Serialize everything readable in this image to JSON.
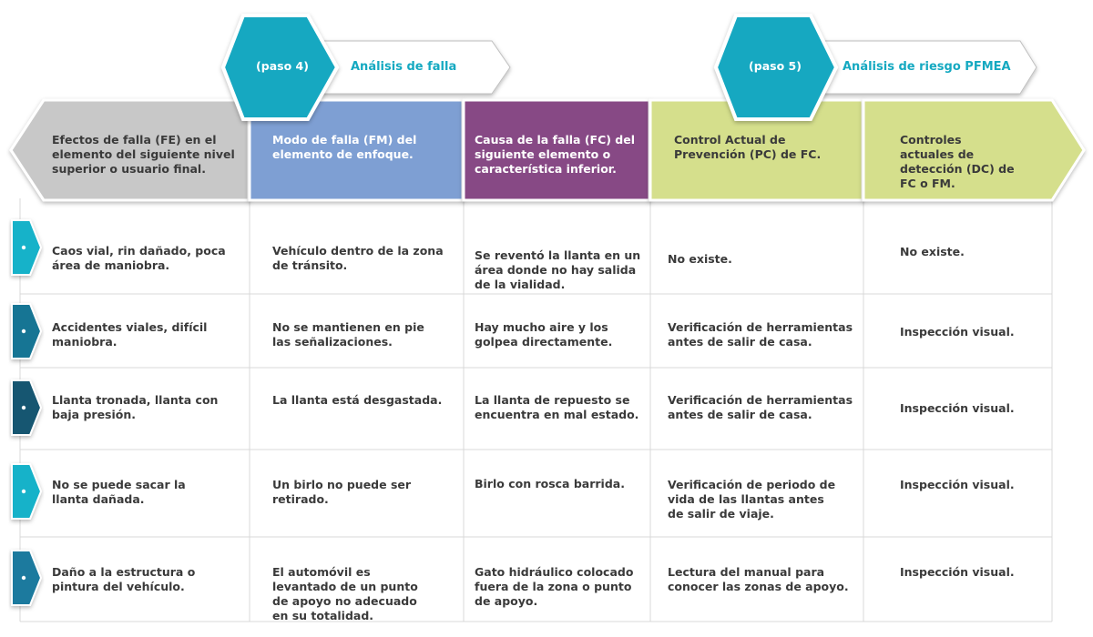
{
  "steps": [
    {
      "number": "(paso 4)",
      "title": "Análisis de falla"
    },
    {
      "number": "(paso 5)",
      "title": "Análisis de riesgo PFMEA"
    }
  ],
  "columns": [
    "Efectos de falla (FE) en el elemento del siguiente nivel superior o usuario final.",
    "Modo de falla (FM) del elemento de enfoque.",
    "Causa de la falla (FC) del siguiente elemento o característica inferior.",
    "Control Actual de Prevención (PC) de FC.",
    "Controles actuales de detección (DC) de FC o FM."
  ],
  "rows": [
    [
      "Caos vial, rin dañado, poca área de maniobra.",
      "Vehículo dentro de la zona de tránsito.",
      "Se reventó la llanta en un área donde no hay salida de la vialidad.",
      "No existe.",
      "No existe."
    ],
    [
      "Accidentes viales, difícil maniobra.",
      "No se mantienen en pie las señalizaciones.",
      "Hay mucho aire y los golpea directamente.",
      "Verificación de herramientas antes de salir de casa.",
      "Inspección visual."
    ],
    [
      "Llanta tronada, llanta con baja presión.",
      "La llanta está desgastada.",
      "La llanta de repuesto se encuentra en mal estado.",
      "Verificación de herramientas antes de salir de casa.",
      "Inspección visual."
    ],
    [
      "No se puede sacar la llanta dañada.",
      "Un birlo no puede ser retirado.",
      "Birlo con rosca barrida.",
      "Verificación de periodo de vida de las llantas antes de salir de viaje.",
      "Inspección visual."
    ],
    [
      "Daño a la estructura o pintura del vehículo.",
      "El automóvil es levantado de un punto de apoyo no adecuado en su totalidad.",
      "Gato hidráulico colocado fuera de la zona o punto de apoyo.",
      "Lectura del manual para conocer las zonas de apoyo.",
      "Inspección visual."
    ]
  ],
  "colors": {
    "col1": "#c8c8c8",
    "col2": "#7e9fd3",
    "col3": "#874a85",
    "col45": "#d5df8c",
    "step": "#12a8c1",
    "badges": [
      "#13b2c9",
      "#137494",
      "#145671",
      "#13b2c9",
      "#1a7a9e"
    ]
  }
}
